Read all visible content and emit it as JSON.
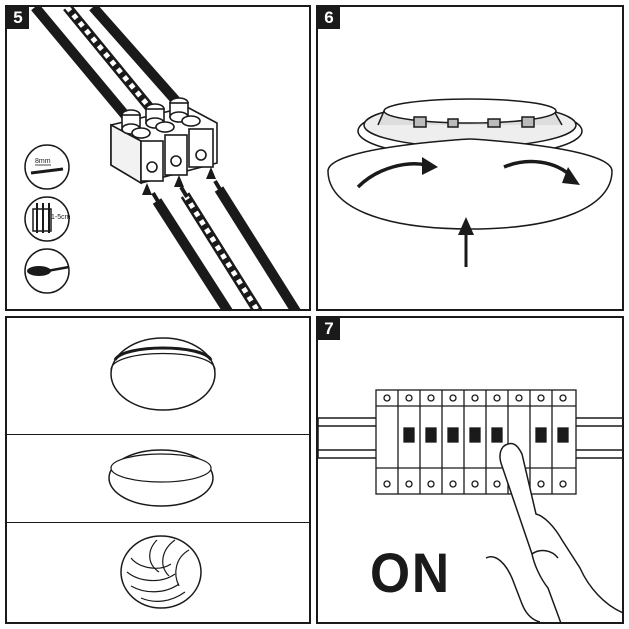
{
  "panels": [
    {
      "number": "5",
      "labels": {
        "strip_length": "8mm",
        "depth": "1-5cm"
      }
    },
    {
      "number": "6"
    },
    {
      "number": "",
      "variants": 3
    },
    {
      "number": "7",
      "text": "ON"
    }
  ],
  "colors": {
    "line": "#1a1a1a",
    "background": "#ffffff"
  },
  "icons": [
    "connector-block-icon",
    "cable-icon",
    "screwdriver-icon",
    "strip-gauge-icon",
    "rotate-arrow-icon",
    "push-arrow-icon",
    "breaker-icon",
    "hand-icon"
  ]
}
